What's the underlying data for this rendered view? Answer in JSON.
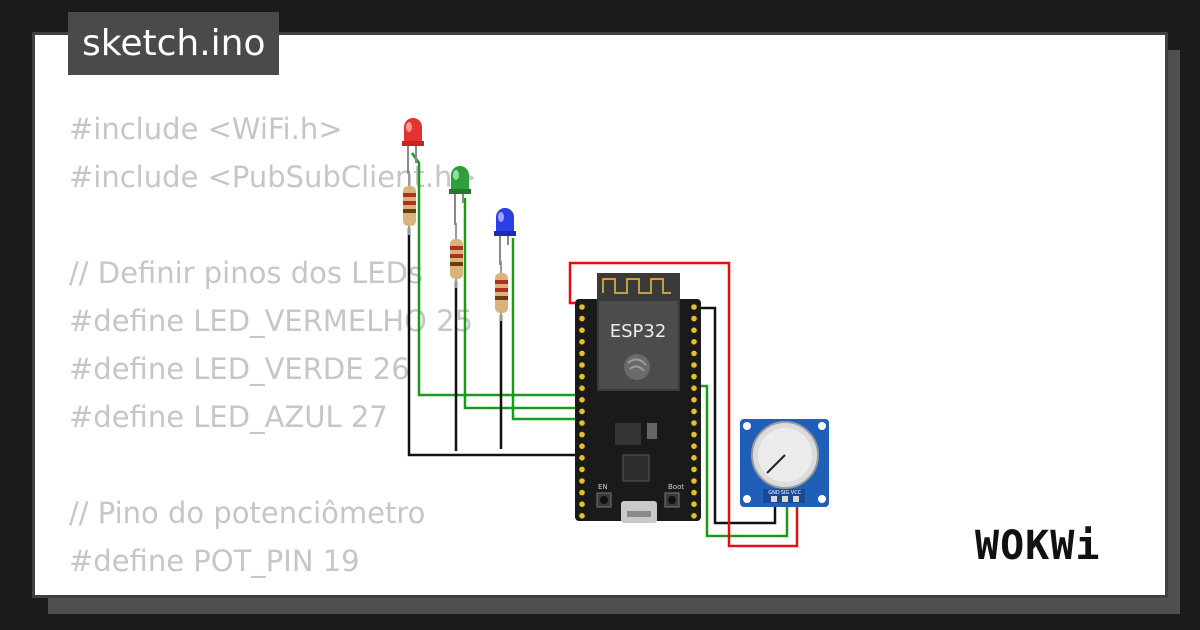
{
  "tab": {
    "title": "sketch.ino"
  },
  "code_lines": [
    "#include <WiFi.h>",
    "#include <PubSubClient.h>",
    "",
    "// Definir pinos dos LEDs",
    "#define LED_VERMELHO 25",
    "#define LED_VERDE 26",
    "#define LED_AZUL 27",
    "",
    "// Pino do potenciômetro",
    "#define POT_PIN 19"
  ],
  "board": {
    "label": "ESP32",
    "boot_label": "Boot",
    "en_label": "EN"
  },
  "potentiometer": {
    "pin_labels": [
      "GND",
      "SIG",
      "VCC"
    ]
  },
  "logo": {
    "text": "WOKWi"
  },
  "colors": {
    "led_red": "#e4322e",
    "led_green": "#2f9e3c",
    "led_blue": "#2c3ee6",
    "wire_green": "#1c9a1c",
    "wire_black": "#111111",
    "wire_red": "#e01010",
    "pot_board": "#1f5fb8"
  },
  "icons": [
    "espressif-logo-icon",
    "usb-port-icon",
    "wokwi-logo"
  ]
}
